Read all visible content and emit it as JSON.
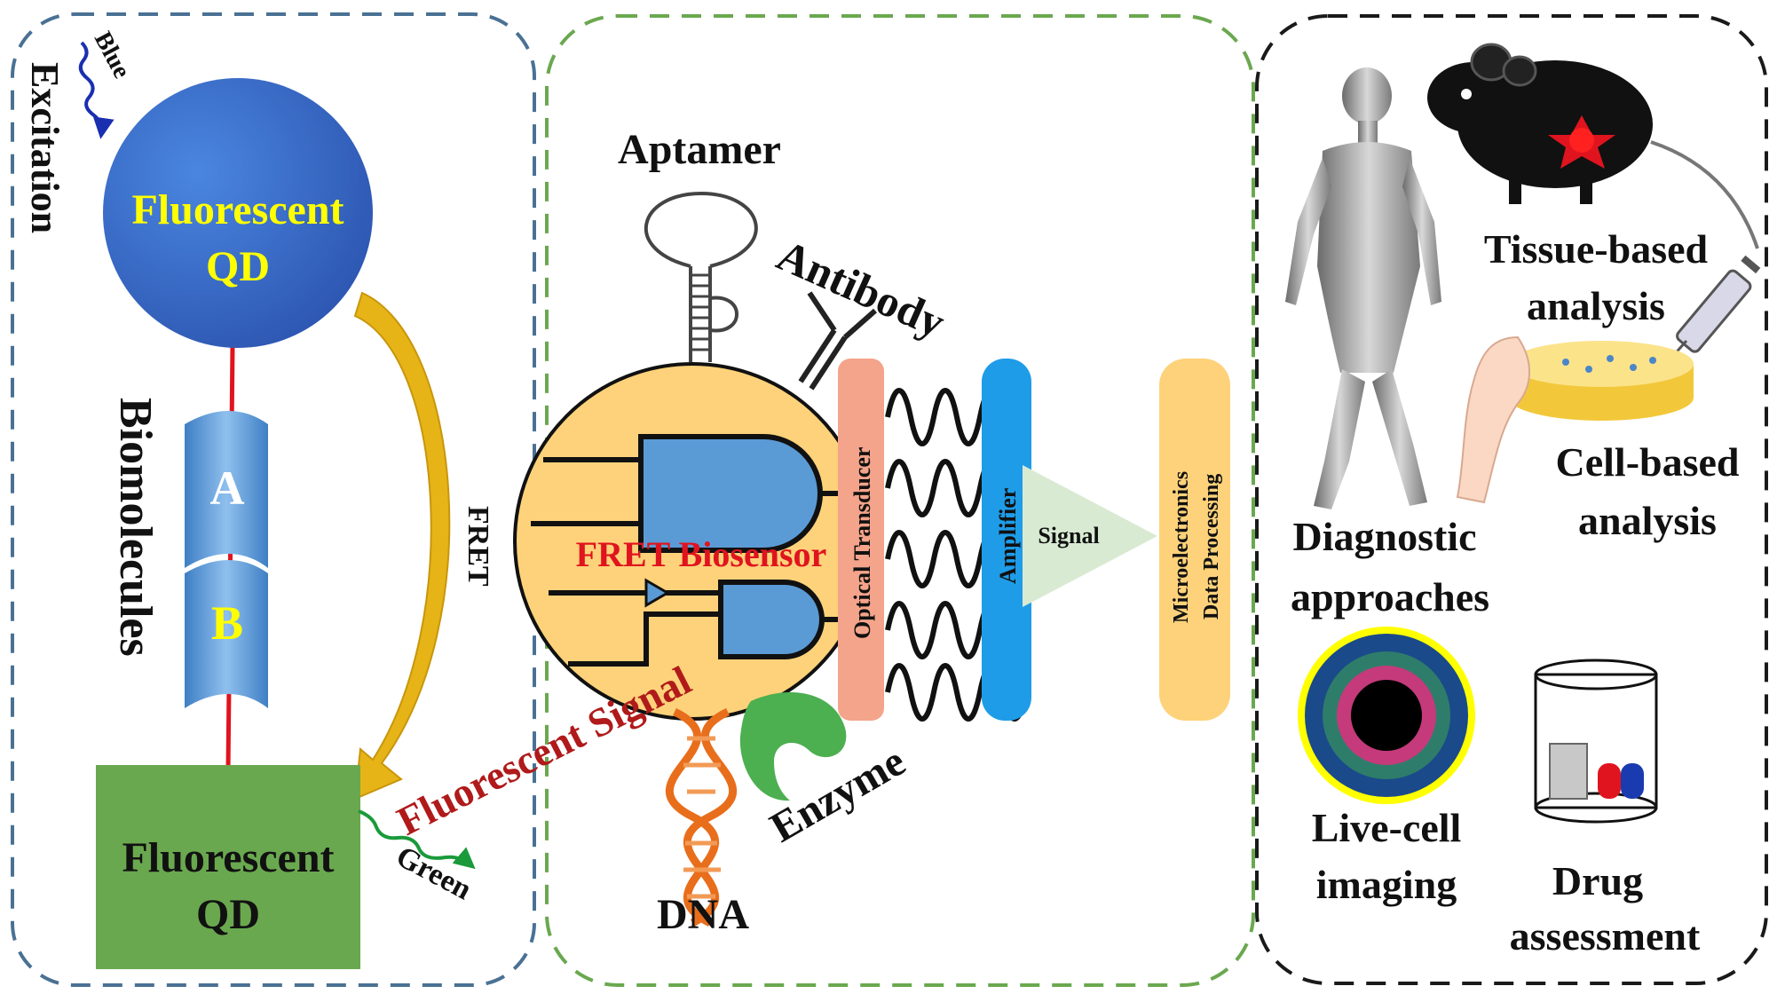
{
  "panel_left": {
    "excitation_label": "Excitation",
    "blue_label": "Blue",
    "donor_qd": [
      "Fluorescent",
      "QD"
    ],
    "biomolecules_label": "Biomolecules",
    "segment_a": "A",
    "segment_b": "B",
    "fret_label": "FRET",
    "acceptor_qd": [
      "Fluorescent",
      "QD"
    ],
    "green_label": "Green"
  },
  "panel_middle": {
    "aptamer_label": "Aptamer",
    "antibody_label": "Antibody",
    "biosensor_label": "FRET Biosensor",
    "fluorescent_signal_label": "Fluorescent Signal",
    "dna_label": "DNA",
    "enzyme_label": "Enzyme",
    "transducer_label": "Optical Transducer",
    "amplifier_label": "Amplifier",
    "signal_label": "Signal",
    "processing_label": [
      "Microelectronics",
      "Data Processing"
    ]
  },
  "panel_right": {
    "tissue_label": [
      "Tissue-based",
      "analysis"
    ],
    "cell_label": [
      "Cell-based",
      "analysis"
    ],
    "diagnostic_label": [
      "Diagnostic",
      "approaches"
    ],
    "livecell_label": [
      "Live-cell",
      "imaging"
    ],
    "drug_label": [
      "Drug",
      "assessment"
    ]
  },
  "colors": {
    "left_border": "#4a7194",
    "middle_border": "#6aa84f",
    "right_border": "#1a1a1a",
    "donor_qd": "#3a6ac8",
    "qd_text": "#ffff00",
    "acceptor_qd": "#6aa84f",
    "segment": "#5b9bd5",
    "fret_arrow": "#e6b416",
    "sensor_body": "#fdd27a",
    "transducer": "#f4a48a",
    "amplifier": "#1e9ce8",
    "processing": "#fdd27a",
    "signal_triangle": "#d9ead3",
    "signal_text": "#c00000"
  }
}
